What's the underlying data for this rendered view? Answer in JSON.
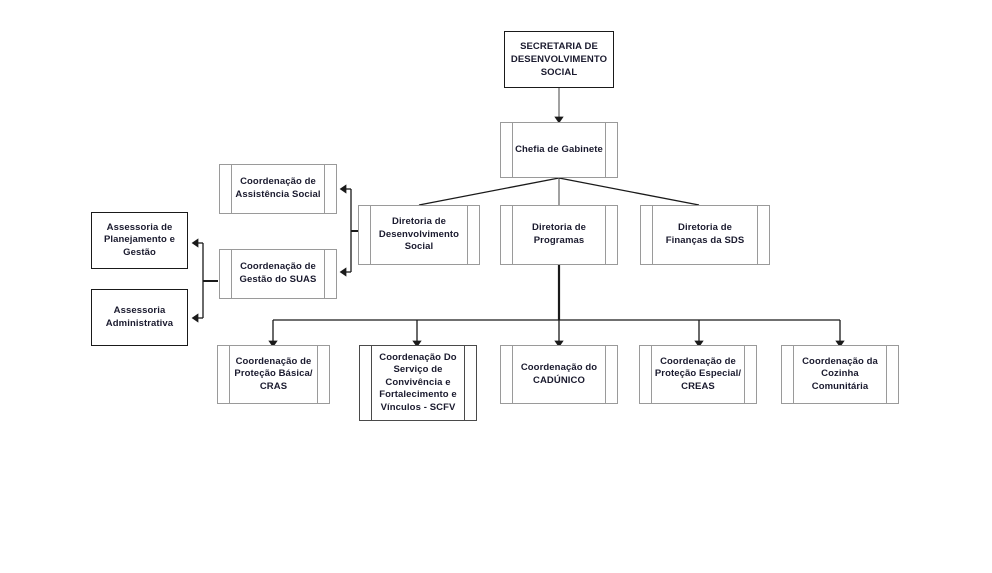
{
  "diagram": {
    "title": "Organograma - Secretaria de Desenvolvimento Social",
    "type": "org-chart",
    "background_color": "#ffffff",
    "text_color": "#1a1a2e",
    "line_color": "#1a1a1a",
    "box_border_light": "#9a9a9a",
    "box_border_dark": "#1a1a1a"
  },
  "nodes": {
    "secretaria": {
      "label": "SECRETARIA DE\nDESENVOLVIMENTO\nSOCIAL",
      "level": "root",
      "style": "plain"
    },
    "chefia": {
      "label": "Chefia de Gabinete",
      "level": "1",
      "style": "process"
    },
    "diretoria_desenvolvimento": {
      "label": "Diretoria de\nDesenvolvimento\nSocial",
      "level": "2",
      "style": "process"
    },
    "diretoria_programas": {
      "label": "Diretoria de\nProgramas",
      "level": "2",
      "style": "process"
    },
    "diretoria_financas": {
      "label": "Diretoria de\nFinanças da SDS",
      "level": "2",
      "style": "process"
    },
    "coord_assistencia": {
      "label": "Coordenação de\nAssistência Social",
      "level": "3",
      "style": "process"
    },
    "coord_suas": {
      "label": "Coordenação de\nGestão do SUAS",
      "level": "3",
      "style": "process"
    },
    "assessoria_planejamento": {
      "label": "Assessoria de\nPlanejamento e\nGestão",
      "level": "4",
      "style": "plain"
    },
    "assessoria_administrativa": {
      "label": "Assessoria\nAdministrativa",
      "level": "4",
      "style": "plain"
    },
    "coord_protecao_basica": {
      "label": "Coordenação de\nProteção Básica/\nCRAS",
      "level": "3",
      "style": "process"
    },
    "coord_scfv": {
      "label": "Coordenação Do\nServiço de\nConvivência e\nFortalecimento e\nVínculos - SCFV",
      "level": "3",
      "style": "process-dark"
    },
    "coord_cadunico": {
      "label": "Coordenação do\nCADÚNICO",
      "level": "3",
      "style": "process"
    },
    "coord_protecao_especial": {
      "label": "Coordenação de\nProteção Especial/\nCREAS",
      "level": "3",
      "style": "process"
    },
    "coord_cozinha": {
      "label": "Coordenação da\nCozinha\nComunitária",
      "level": "3",
      "style": "process"
    }
  }
}
